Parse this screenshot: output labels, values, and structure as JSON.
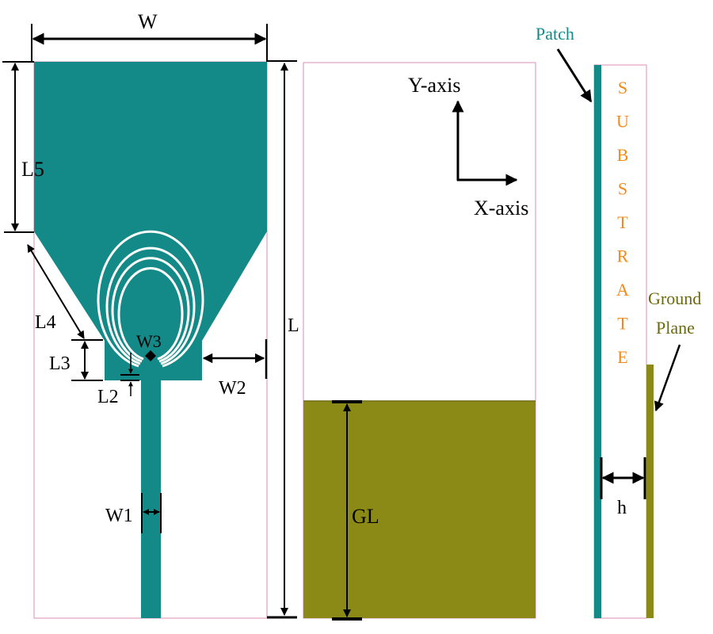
{
  "colors": {
    "patch": "#138a88",
    "ground": "#8c8a16",
    "substrate_outline": "#e0a0c0",
    "dimension": "#000000",
    "substrate_text": "#f08a1e",
    "patch_label": "#138a88",
    "ground_label": "#6b6a10"
  },
  "front_view": {
    "dimensions": {
      "W": "W",
      "L": "L",
      "L5": "L5",
      "L4": "L4",
      "L3": "L3",
      "L2": "L2",
      "W1": "W1",
      "W2": "W2",
      "W3": "W3"
    },
    "slot_rings": 4
  },
  "back_view": {
    "axes": {
      "y_label": "Y-axis",
      "x_label": "X-axis"
    },
    "ground_length_label": "GL"
  },
  "side_view": {
    "patch_label": "Patch",
    "substrate_letters": [
      "S",
      "U",
      "B",
      "S",
      "T",
      "R",
      "A",
      "T",
      "E"
    ],
    "ground_label_line1": "Ground",
    "ground_label_line2": "Plane",
    "thickness_label": "h"
  }
}
